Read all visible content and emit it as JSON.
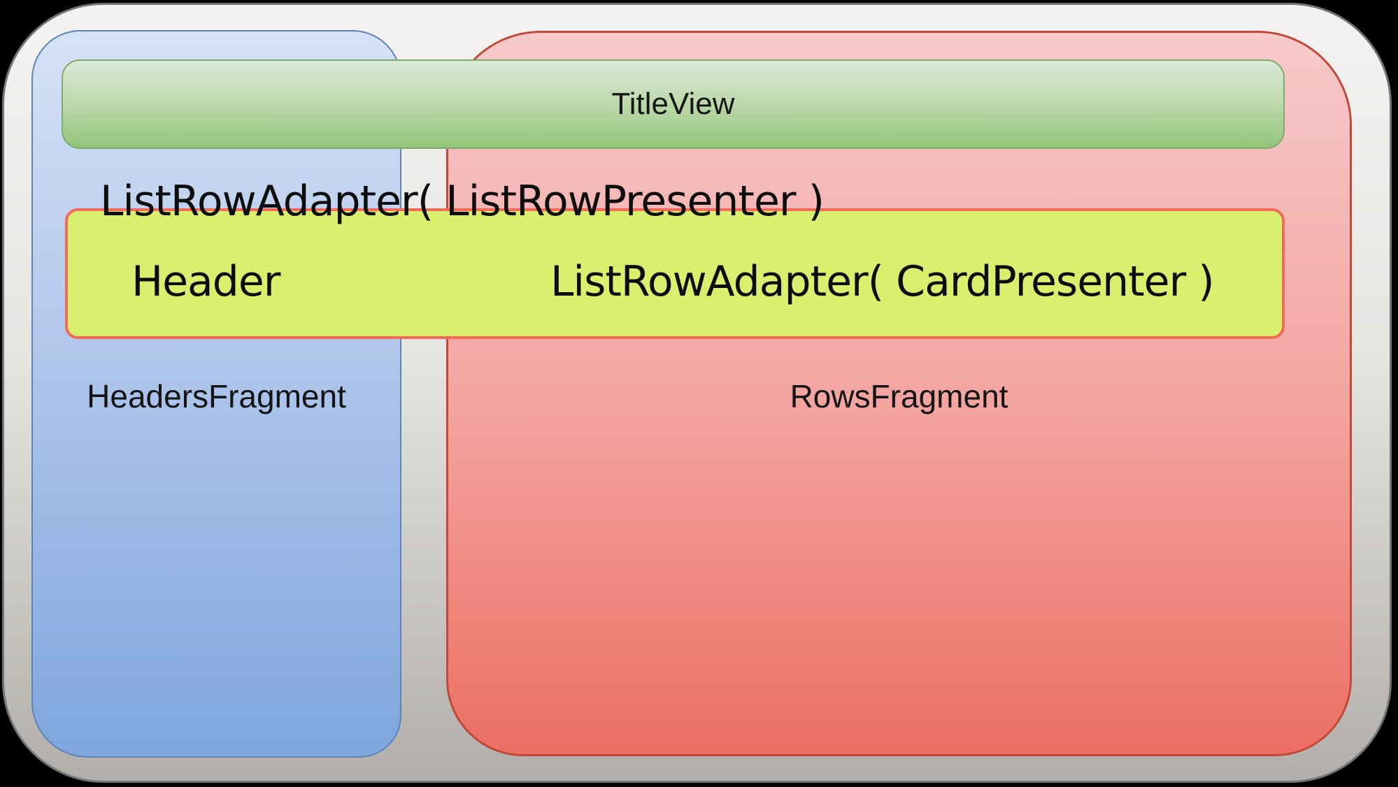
{
  "diagram": {
    "title_bar": {
      "label": "TitleView"
    },
    "list_row_adapter_line": "ListRowAdapter( ListRowPresenter )",
    "header_bar": {
      "header": "Header",
      "adapter": "ListRowAdapter( CardPresenter )"
    },
    "headers_fragment": {
      "label": "HeadersFragment"
    },
    "rows_fragment": {
      "label": "RowsFragment"
    }
  },
  "colors": {
    "background": "#000000",
    "frame_top": "#f4f3f1",
    "frame_bottom": "#b1aeab",
    "frame_border": "#757575",
    "blue_top": "#d6e2f6",
    "blue_bottom": "#7fa6dd",
    "blue_border": "#5d84ba",
    "red_top": "#f6caca",
    "red_mid": "#f3a49f",
    "red_bottom": "#ec6f63",
    "red_border": "#c24938",
    "green_top": "#d9e9d6",
    "green_bottom": "#92c57a",
    "green_border": "#81aa6a",
    "yellow_fill": "#d9f06e",
    "yellow_border": "#f4695a",
    "text": "#151515"
  }
}
